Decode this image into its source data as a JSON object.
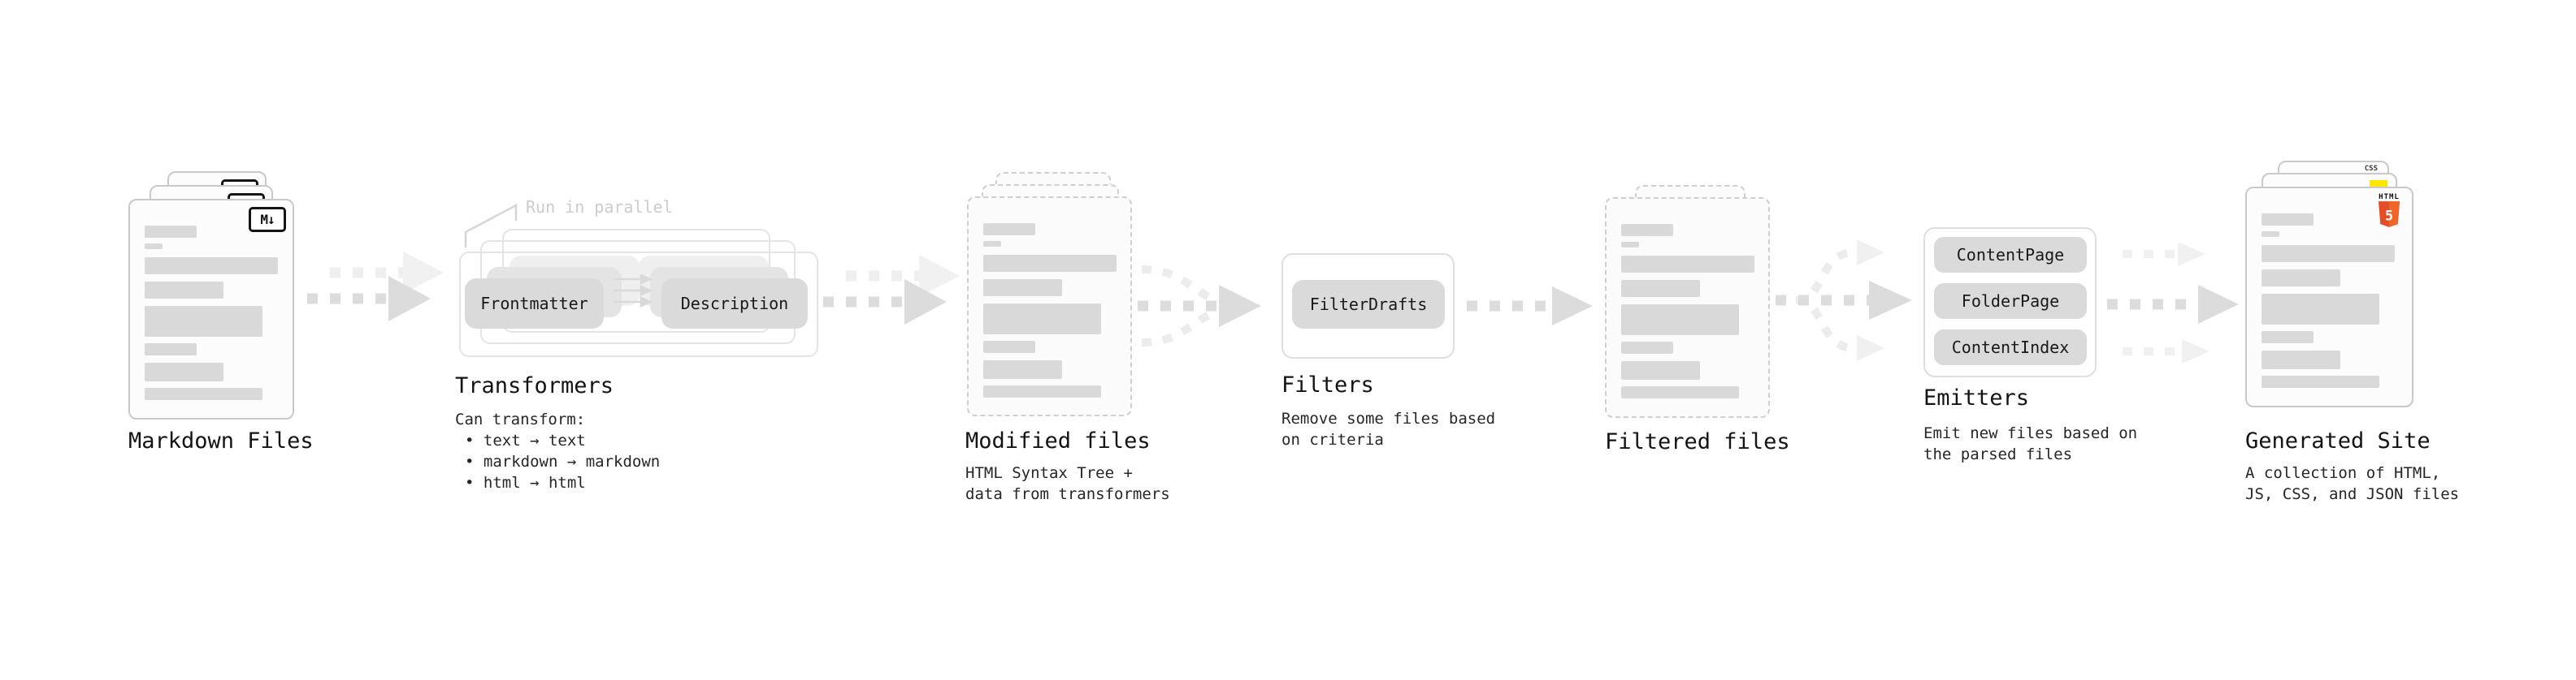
{
  "diagram": {
    "title_visible": false,
    "stages": {
      "markdown_files": {
        "label": "Markdown Files",
        "icon": "markdown-badge",
        "icon_text": "M↓"
      },
      "transformers": {
        "label": "Transformers",
        "run_note": "Run in parallel",
        "pills": [
          "Frontmatter",
          "Description"
        ],
        "desc_title": "Can transform:",
        "bullets": [
          "text → text",
          "markdown → markdown",
          "html → html"
        ]
      },
      "modified_files": {
        "label": "Modified files",
        "desc": "HTML Syntax Tree +\ndata from transformers"
      },
      "filters": {
        "label": "Filters",
        "pill": "FilterDrafts",
        "desc": "Remove some files based\non criteria"
      },
      "filtered_files": {
        "label": "Filtered files"
      },
      "emitters": {
        "label": "Emitters",
        "pills": [
          "ContentPage",
          "FolderPage",
          "ContentIndex"
        ],
        "desc": "Emit new files based on\nthe parsed files"
      },
      "generated_site": {
        "label": "Generated Site",
        "desc": "A collection of HTML,\nJS, CSS, and JSON files",
        "icons": {
          "html5_word": "HTML",
          "html5_number": "5",
          "css": "CSS",
          "js": "JS"
        }
      }
    },
    "colors": {
      "html5_orange": "#e44d26",
      "js_yellow": "#ffe600",
      "css_blue": "#2f6bf2",
      "pill_gray": "#dadada",
      "bar_gray": "#d9d9d9",
      "arrow_gray": "#dcdcdc",
      "arrow_ghost_gray": "#ededed"
    }
  }
}
